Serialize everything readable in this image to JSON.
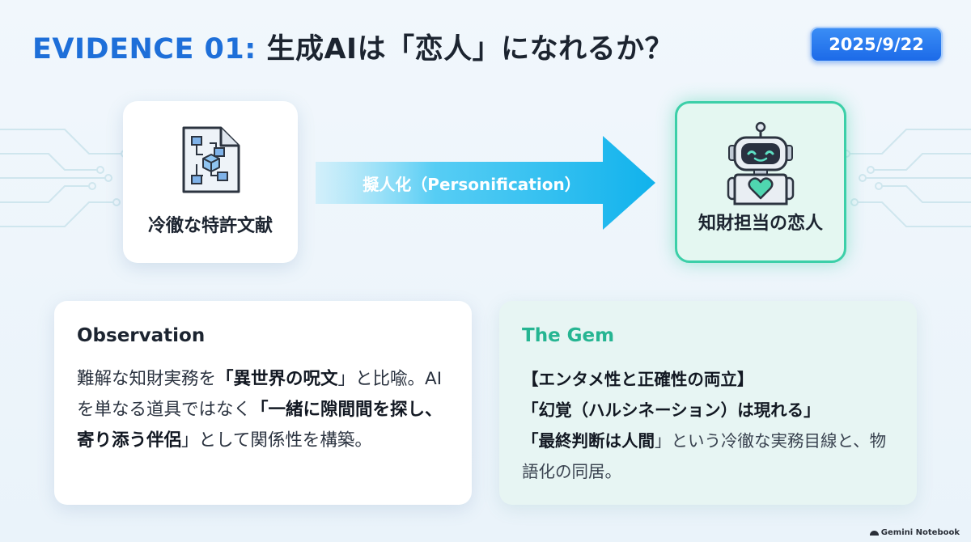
{
  "slide": {
    "title_accent": "EVIDENCE 01:",
    "title_main": "生成AIは「恋人」になれるか？",
    "date": "2025/9/22"
  },
  "flow": {
    "from_label": "冷徹な特許文献",
    "from_icon": "patent-document-icon",
    "arrow_label": "擬人化（Personification）",
    "to_label": "知財担当の恋人",
    "to_icon": "robot-heart-icon"
  },
  "observation": {
    "title": "Observation",
    "t1": "難解な知財実務を",
    "b1": "「異世界の呪文",
    "t2": "」と比喩。AIを単なる道具ではなく",
    "b2": "「一緒に隙間間を探し、寄り添う伴侶",
    "t3": "」として関係性を構築。"
  },
  "gem": {
    "title": "The Gem",
    "line1": "【エンタメ性と正確性の両立】",
    "line2": "「幻覚（ハルシネーション）は現れる」",
    "line3_bold": "「最終判断は人間",
    "line3_rest": "」という冷徹な実務目線と、物語化の同居。"
  },
  "footer": {
    "label": "Gemini Notebook"
  },
  "colors": {
    "accent_blue": "#1e6fd9",
    "badge_blue": "#2a7cf0",
    "arrow_cyan": "#16b8ee",
    "gem_green": "#26b592",
    "robot_border": "#3ccfa8"
  }
}
